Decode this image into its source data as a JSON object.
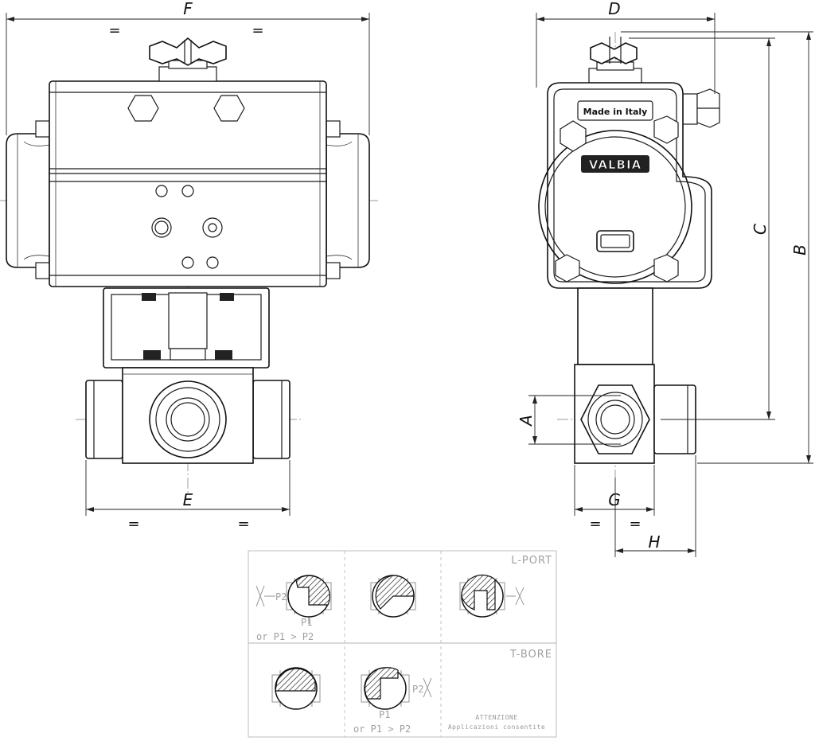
{
  "dimensions": {
    "F": "F",
    "D": "D",
    "C": "C",
    "B": "B",
    "A": "A",
    "E": "E",
    "G": "G",
    "H": "H",
    "eq": "="
  },
  "actuator": {
    "made_label": "Made in Italy",
    "brand_label": "VALBIA"
  },
  "legend": {
    "lport_title": "L-PORT",
    "tbore_title": "T-BORE",
    "p1": "P1",
    "p2": "P2",
    "cond_lport": "or P1 > P2",
    "cond_tbore": "or P1 > P2",
    "note_title": "ATTENZIONE",
    "note_text": "Applicazioni consentite"
  }
}
